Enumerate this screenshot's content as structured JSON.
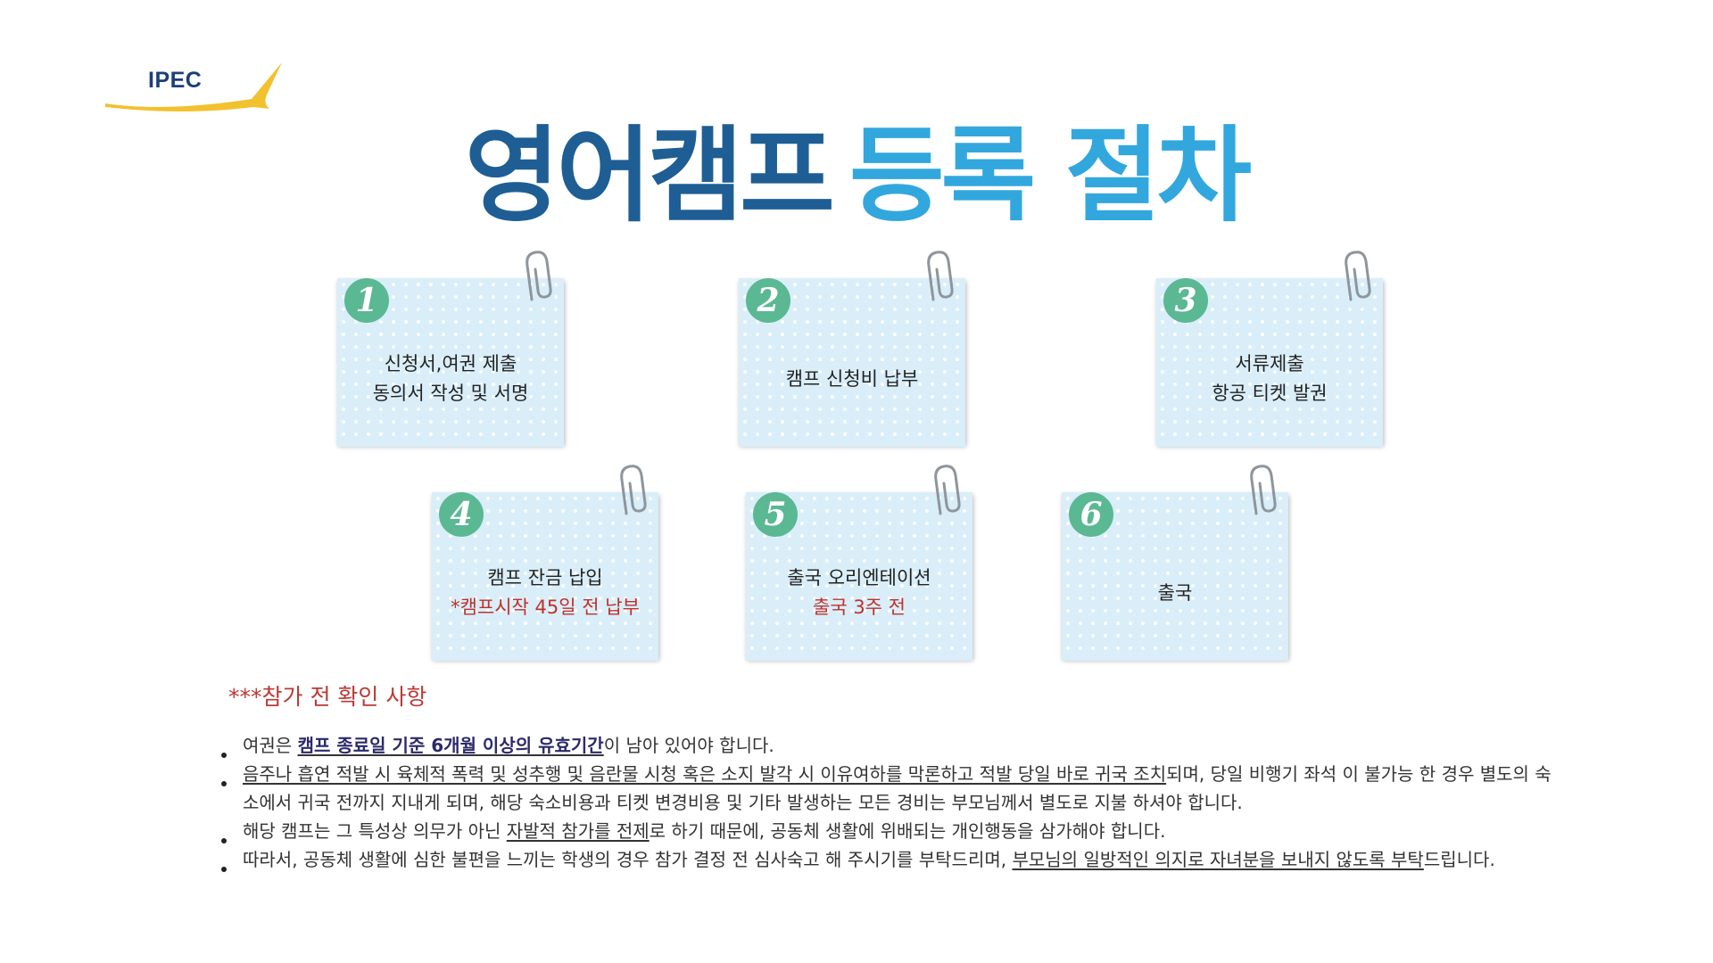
{
  "logo": {
    "text": "IPEC",
    "accent_color": "#f2c12e"
  },
  "title": {
    "part1": "영어캠프",
    "part2": "등록 절차"
  },
  "steps": [
    {
      "number": "1",
      "lines": [
        {
          "text": "신청서,여권 제출"
        },
        {
          "text": "동의서 작성 및 서명"
        }
      ]
    },
    {
      "number": "2",
      "lines": [
        {
          "text": "캠프 신청비 납부"
        }
      ]
    },
    {
      "number": "3",
      "lines": [
        {
          "text": "서류제출"
        },
        {
          "text": "항공  티켓 발권"
        }
      ]
    },
    {
      "number": "4",
      "lines": [
        {
          "text": "캠프 잔금 납입"
        },
        {
          "text": "*캠프시작 45일 전 납부",
          "color": "#c0312c"
        }
      ]
    },
    {
      "number": "5",
      "lines": [
        {
          "text": "출국 오리엔테이션"
        },
        {
          "text": "출국 3주 전",
          "color": "#c0312c"
        }
      ]
    },
    {
      "number": "6",
      "lines": [
        {
          "text": "출국"
        }
      ]
    }
  ],
  "notes": {
    "heading": "***참가 전 확인 사항",
    "items": [
      {
        "segments": [
          {
            "text": "여권은 "
          },
          {
            "text": "캠프 종료일 기준 6개월 이상의 유효기간",
            "bold": true,
            "underline": true
          },
          {
            "text": "이 남아 있어야 합니다."
          }
        ]
      },
      {
        "segments": [
          {
            "text": "음주나 흡연 적발 시 육체적 폭력 및 성추행 및 음란물 시청 혹은 소지 발각 시 이유여하를 막론하고 적발 당일 바로 귀국 조치",
            "underline": true
          },
          {
            "text": "되며, 당일 비행기 좌석  이 불가능 한 경우 별도의 숙소에서 귀국 전까지 지내게 되며, 해당 숙소비용과 티켓 변경비용 및 기타 발생하는 모든 경비는 부모님께서 별도로 지불  하셔야 합니다."
          }
        ]
      },
      {
        "segments": [
          {
            "text": "해당 캠프는 그 특성상 의무가 아닌 "
          },
          {
            "text": "자발적 참가를 전제",
            "underline": true
          },
          {
            "text": "로 하기 때문에, 공동체 생활에 위배되는 개인행동을 삼가해야 합니다."
          }
        ]
      },
      {
        "segments": [
          {
            "text": "따라서, 공동체 생활에 심한 불편을 느끼는 학생의 경우 참가 결정 전 심사숙고 해 주시기를 부탁드리며, "
          },
          {
            "text": "부모님의 일방적인 의지로 자녀분을 보내지 않도록 부탁",
            "underline": true
          },
          {
            "text": "드립니다."
          }
        ]
      }
    ]
  },
  "colors": {
    "title_dark": "#1e5e94",
    "title_light": "#32a7de",
    "badge": "#5ab893",
    "card_bg": "#d9eef8",
    "note_red": "#c0312c"
  }
}
